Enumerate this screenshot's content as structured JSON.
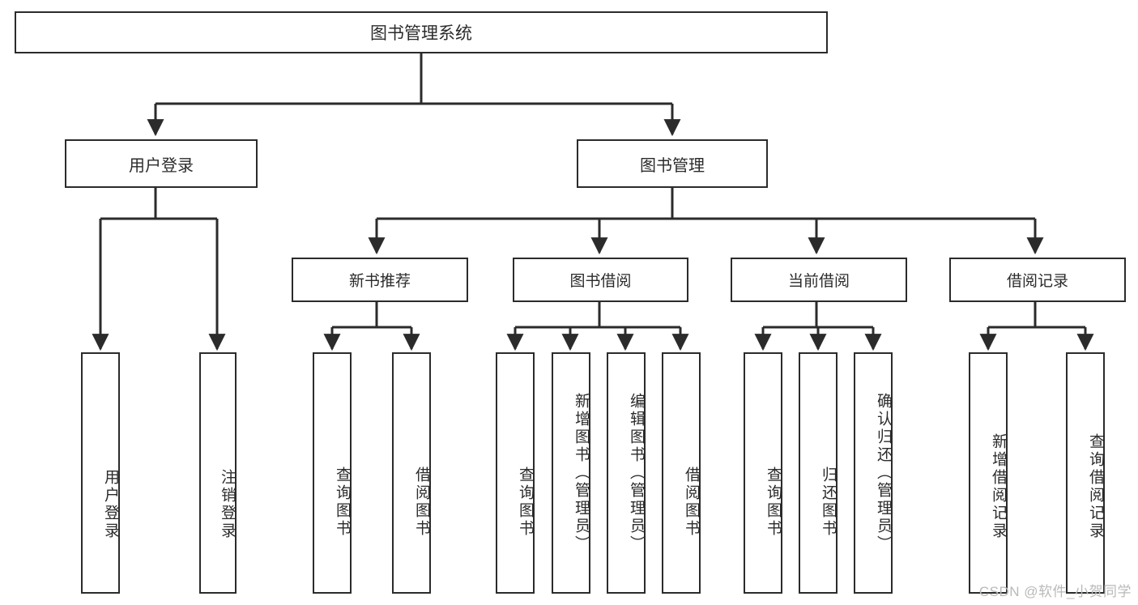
{
  "diagram": {
    "title_node": {
      "label": "图书管理系统"
    },
    "level2": [
      {
        "id": "user-login",
        "label": "用户登录"
      },
      {
        "id": "book-management",
        "label": "图书管理"
      }
    ],
    "level3": [
      {
        "id": "new-book-recommend",
        "label": "新书推荐"
      },
      {
        "id": "book-borrow",
        "label": "图书借阅"
      },
      {
        "id": "current-borrow",
        "label": "当前借阅"
      },
      {
        "id": "borrow-record",
        "label": "借阅记录"
      }
    ],
    "leaves": [
      {
        "id": "user-login-action",
        "label": "用户登录",
        "parent": "user-login"
      },
      {
        "id": "logout-action",
        "label": "注销登录",
        "parent": "user-login"
      },
      {
        "id": "query-book-recommend",
        "label": "查询图书",
        "parent": "new-book-recommend"
      },
      {
        "id": "borrow-book-recommend",
        "label": "借阅图书",
        "parent": "new-book-recommend"
      },
      {
        "id": "query-book-borrow",
        "label": "查询图书",
        "parent": "book-borrow"
      },
      {
        "id": "add-book-admin",
        "label": "新增图书（管理员）",
        "parent": "book-borrow"
      },
      {
        "id": "edit-book-admin",
        "label": "编辑图书（管理员）",
        "parent": "book-borrow"
      },
      {
        "id": "borrow-book",
        "label": "借阅图书",
        "parent": "book-borrow"
      },
      {
        "id": "query-book-current",
        "label": "查询图书",
        "parent": "current-borrow"
      },
      {
        "id": "return-book",
        "label": "归还图书",
        "parent": "current-borrow"
      },
      {
        "id": "confirm-return-admin",
        "label": "确认归还（管理员）",
        "parent": "current-borrow"
      },
      {
        "id": "add-borrow-record",
        "label": "新增借阅记录",
        "parent": "borrow-record"
      },
      {
        "id": "query-borrow-record",
        "label": "查询借阅记录",
        "parent": "borrow-record"
      }
    ]
  },
  "watermark": {
    "text": "CSDN @软件_小贺同学"
  },
  "colors": {
    "stroke": "#2b2b2b",
    "background": "#ffffff",
    "watermark": "#b9b9b9"
  }
}
